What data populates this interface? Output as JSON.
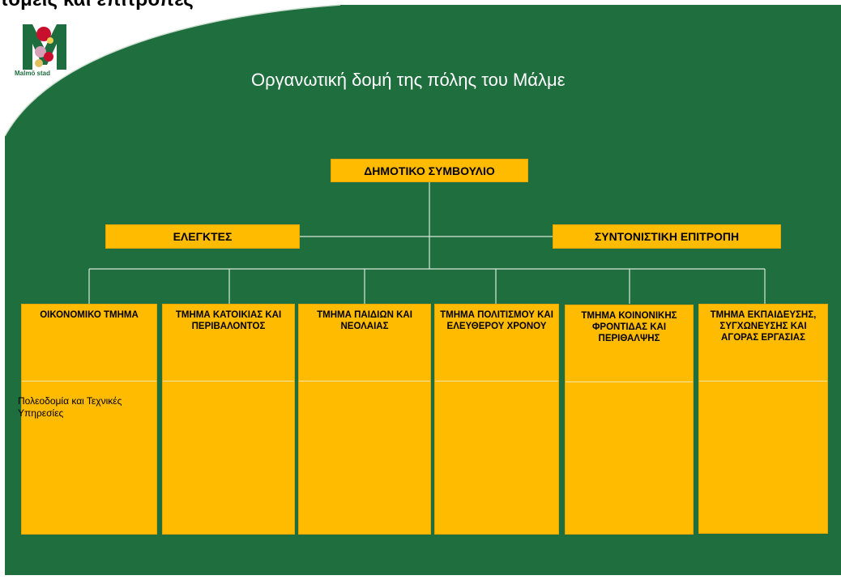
{
  "top_heading": "τομείς και επιτροπές",
  "subtitle": "Οργανωτική δομή της πόλης του Μάλμε",
  "logo": {
    "caption": "Malmö stad"
  },
  "colors": {
    "background": "#1f6e3e",
    "box": "#ffbb00",
    "line": "#d9e8dc"
  },
  "org": {
    "council": "ΔΗΜΟΤΙΚΟ ΣΥΜΒΟΥΛΙΟ",
    "auditors": "ΕΛΕΓΚΤΕΣ",
    "coordinating_committee": "ΣΥΝΤΟΝΙΣΤΙΚΗ ΕΠΙΤΡΟΠΗ",
    "departments": [
      {
        "name": "ΟΙΚΟΝΟΜΙΚΟ ΤΜΗΜΑ",
        "note": ""
      },
      {
        "name": "ΤΜΗΜΑ ΚΑΤΟΙΚΙΑΣ ΚΑΙ ΠΕΡΙΒΑΛΟΝΤΟΣ",
        "note": "Πολεοδομία και Τεχνικές Υπηρεσίες"
      },
      {
        "name": "ΤΜΗΜΑ ΠΑΙΔΙΩΝ ΚΑΙ ΝΕΟΛΑΙΑΣ",
        "note": ""
      },
      {
        "name": "ΤΜΗΜΑ ΠΟΛΙΤΙΣΜΟΥ ΚΑΙ ΕΛΕΥΘΕΡΟΥ ΧΡΟΝΟΥ",
        "note": ""
      },
      {
        "name": "ΤΜΗΜΑ ΚΟΙΝΟΝΙΚΗΣ ΦΡΟΝΤΙΔΑΣ ΚΑΙ ΠΕΡΙΘΑΛΨΗΣ",
        "note": ""
      },
      {
        "name": "ΤΜΗΜΑ ΕΚΠΑΙΔΕΥΣΗΣ, ΣΥΓΧΩΝΕΥΣΗΣ ΚΑΙ ΑΓΟΡΑΣ ΕΡΓΑΣΙΑΣ",
        "note": ""
      }
    ]
  }
}
